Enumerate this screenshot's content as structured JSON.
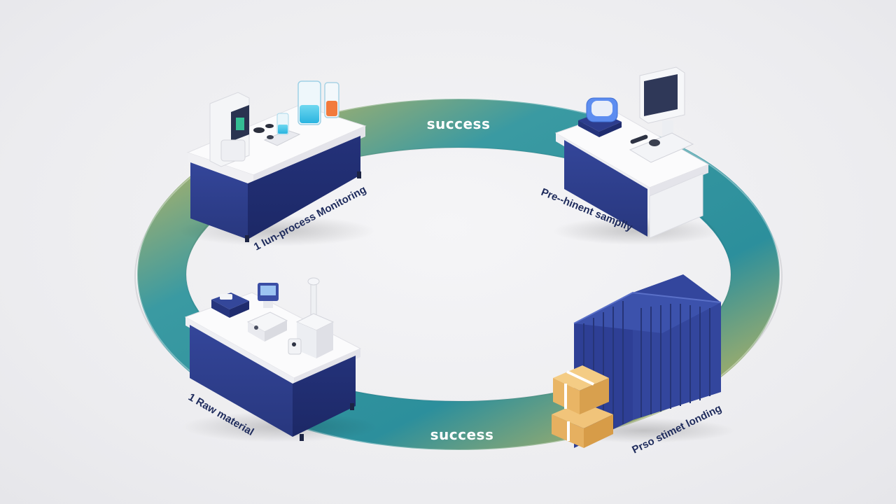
{
  "ring": {
    "top_label": "success",
    "bottom_label": "success",
    "colors": {
      "teal": "#2f9aa3",
      "gold": "#d8b84e"
    }
  },
  "stages": {
    "in_process": {
      "label": "1 Iun-process Monitoring",
      "icon": "lab-bench-icon"
    },
    "pre_shipment": {
      "label": "Pre--hinent samplly",
      "icon": "inspection-station-icon"
    },
    "raw_material": {
      "label": "1 Raw material",
      "icon": "raw-material-bench-icon"
    },
    "loading": {
      "label": "Prso stimet londing",
      "icon": "shipping-container-icon"
    }
  },
  "palette": {
    "navy": "#2f3f8f",
    "navy_dark": "#1e2b66",
    "white": "#ffffff",
    "cardboard": "#e8b660"
  }
}
